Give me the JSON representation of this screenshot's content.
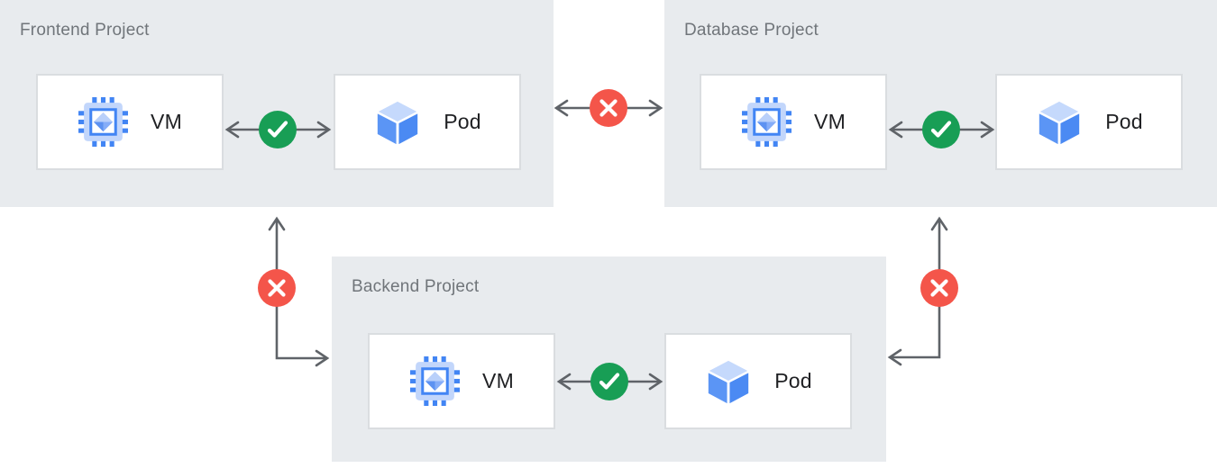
{
  "diagram": {
    "projects": [
      {
        "title": "Frontend Project",
        "nodes": [
          {
            "icon": "vm-chip-icon",
            "label": "VM"
          },
          {
            "icon": "pod-cube-icon",
            "label": "Pod"
          }
        ],
        "internal_connection": "allowed"
      },
      {
        "title": "Database Project",
        "nodes": [
          {
            "icon": "vm-chip-icon",
            "label": "VM"
          },
          {
            "icon": "pod-cube-icon",
            "label": "Pod"
          }
        ],
        "internal_connection": "allowed"
      },
      {
        "title": "Backend Project",
        "nodes": [
          {
            "icon": "vm-chip-icon",
            "label": "VM"
          },
          {
            "icon": "pod-cube-icon",
            "label": "Pod"
          }
        ],
        "internal_connection": "allowed"
      }
    ],
    "connections": [
      {
        "between": [
          "Frontend Project",
          "Database Project"
        ],
        "status": "blocked"
      },
      {
        "between": [
          "Frontend Project",
          "Backend Project"
        ],
        "status": "blocked"
      },
      {
        "between": [
          "Database Project",
          "Backend Project"
        ],
        "status": "blocked"
      }
    ],
    "status_icons": {
      "allowed": "check-circle-icon",
      "blocked": "x-circle-icon"
    },
    "colors": {
      "project_background": "#e8ebee",
      "node_background": "#ffffff",
      "node_border": "#dadde0",
      "title_text": "#70757a",
      "node_label_text": "#202124",
      "arrow": "#5f6368",
      "allowed_green": "#189e55",
      "blocked_red": "#f4554a",
      "icon_blue": "#4285f4",
      "icon_light_blue": "#c6d9fb"
    }
  }
}
